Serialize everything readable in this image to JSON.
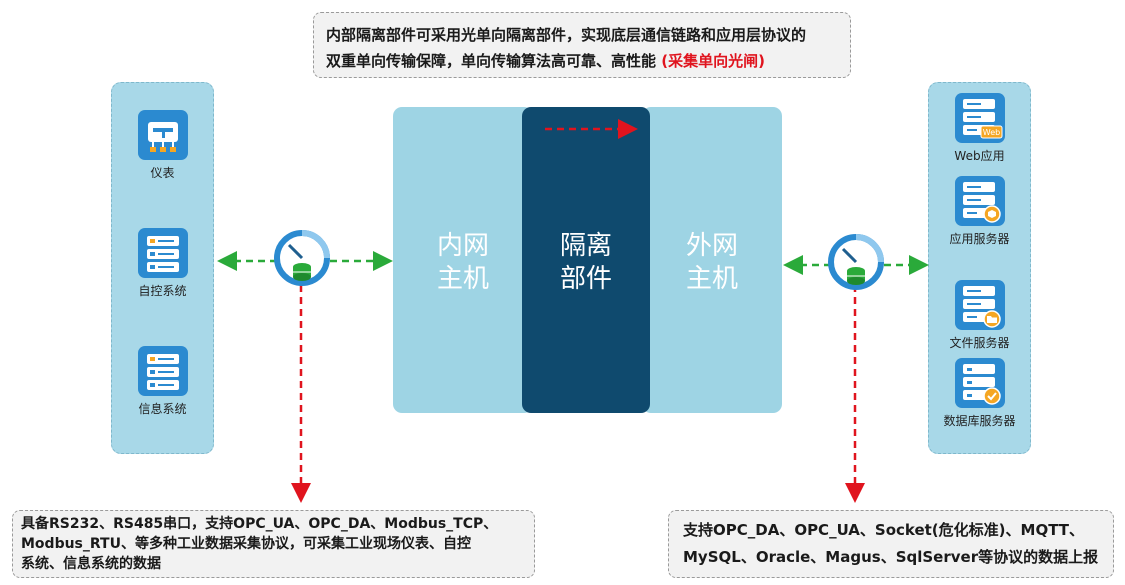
{
  "top_note": {
    "line1": "内部隔离部件可采用光单向隔离部件，实现底层通信链路和应用层协议的",
    "line2": "双重单向传输保障，单向传输算法高可靠、高性能",
    "highlight": "(采集单向光闸)"
  },
  "left_devices": [
    {
      "label": "仪表",
      "icon": "meter-icon"
    },
    {
      "label": "自控系统",
      "icon": "server-icon"
    },
    {
      "label": "信息系统",
      "icon": "server-icon"
    }
  ],
  "right_devices": [
    {
      "label": "Web应用",
      "icon": "web-server-icon",
      "badge": "Web"
    },
    {
      "label": "应用服务器",
      "icon": "app-server-icon"
    },
    {
      "label": "文件服务器",
      "icon": "file-server-icon"
    },
    {
      "label": "数据库服务器",
      "icon": "db-server-icon"
    }
  ],
  "hosts": {
    "inner": [
      "内网",
      "主机"
    ],
    "isolator": [
      "隔离",
      "部件"
    ],
    "outer": [
      "外网",
      "主机"
    ]
  },
  "bottom_left_note": {
    "line1": "具备RS232、RS485串口，支持OPC_UA、OPC_DA、Modbus_TCP、",
    "line2": "Modbus_RTU、等多种工业数据采集协议，可采集工业现场仪表、自控",
    "line3": "系统、信息系统的数据"
  },
  "bottom_right_note": {
    "line1": "支持OPC_DA、OPC_UA、Socket(危化标准)、MQTT、",
    "line2": "MySQL、Oracle、Magus、SqlServer等协议的数据上报"
  },
  "colors": {
    "panel": "#a8d8e8",
    "isolator": "#0f4a6e",
    "arrow_green": "#2aaa3a",
    "arrow_red": "#e0141e",
    "icon": "#2b8ad0"
  }
}
